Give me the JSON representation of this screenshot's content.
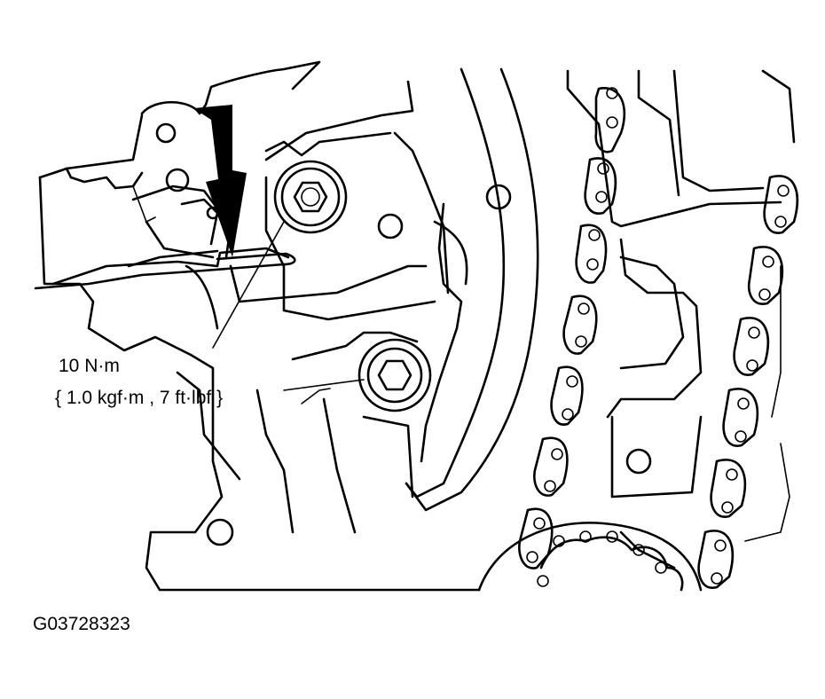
{
  "callout": {
    "torque_line1": "10 N·m",
    "torque_line2": "{ 1.0 kgf·m , 7 ft·lbf }"
  },
  "figure_id": "G03728323"
}
